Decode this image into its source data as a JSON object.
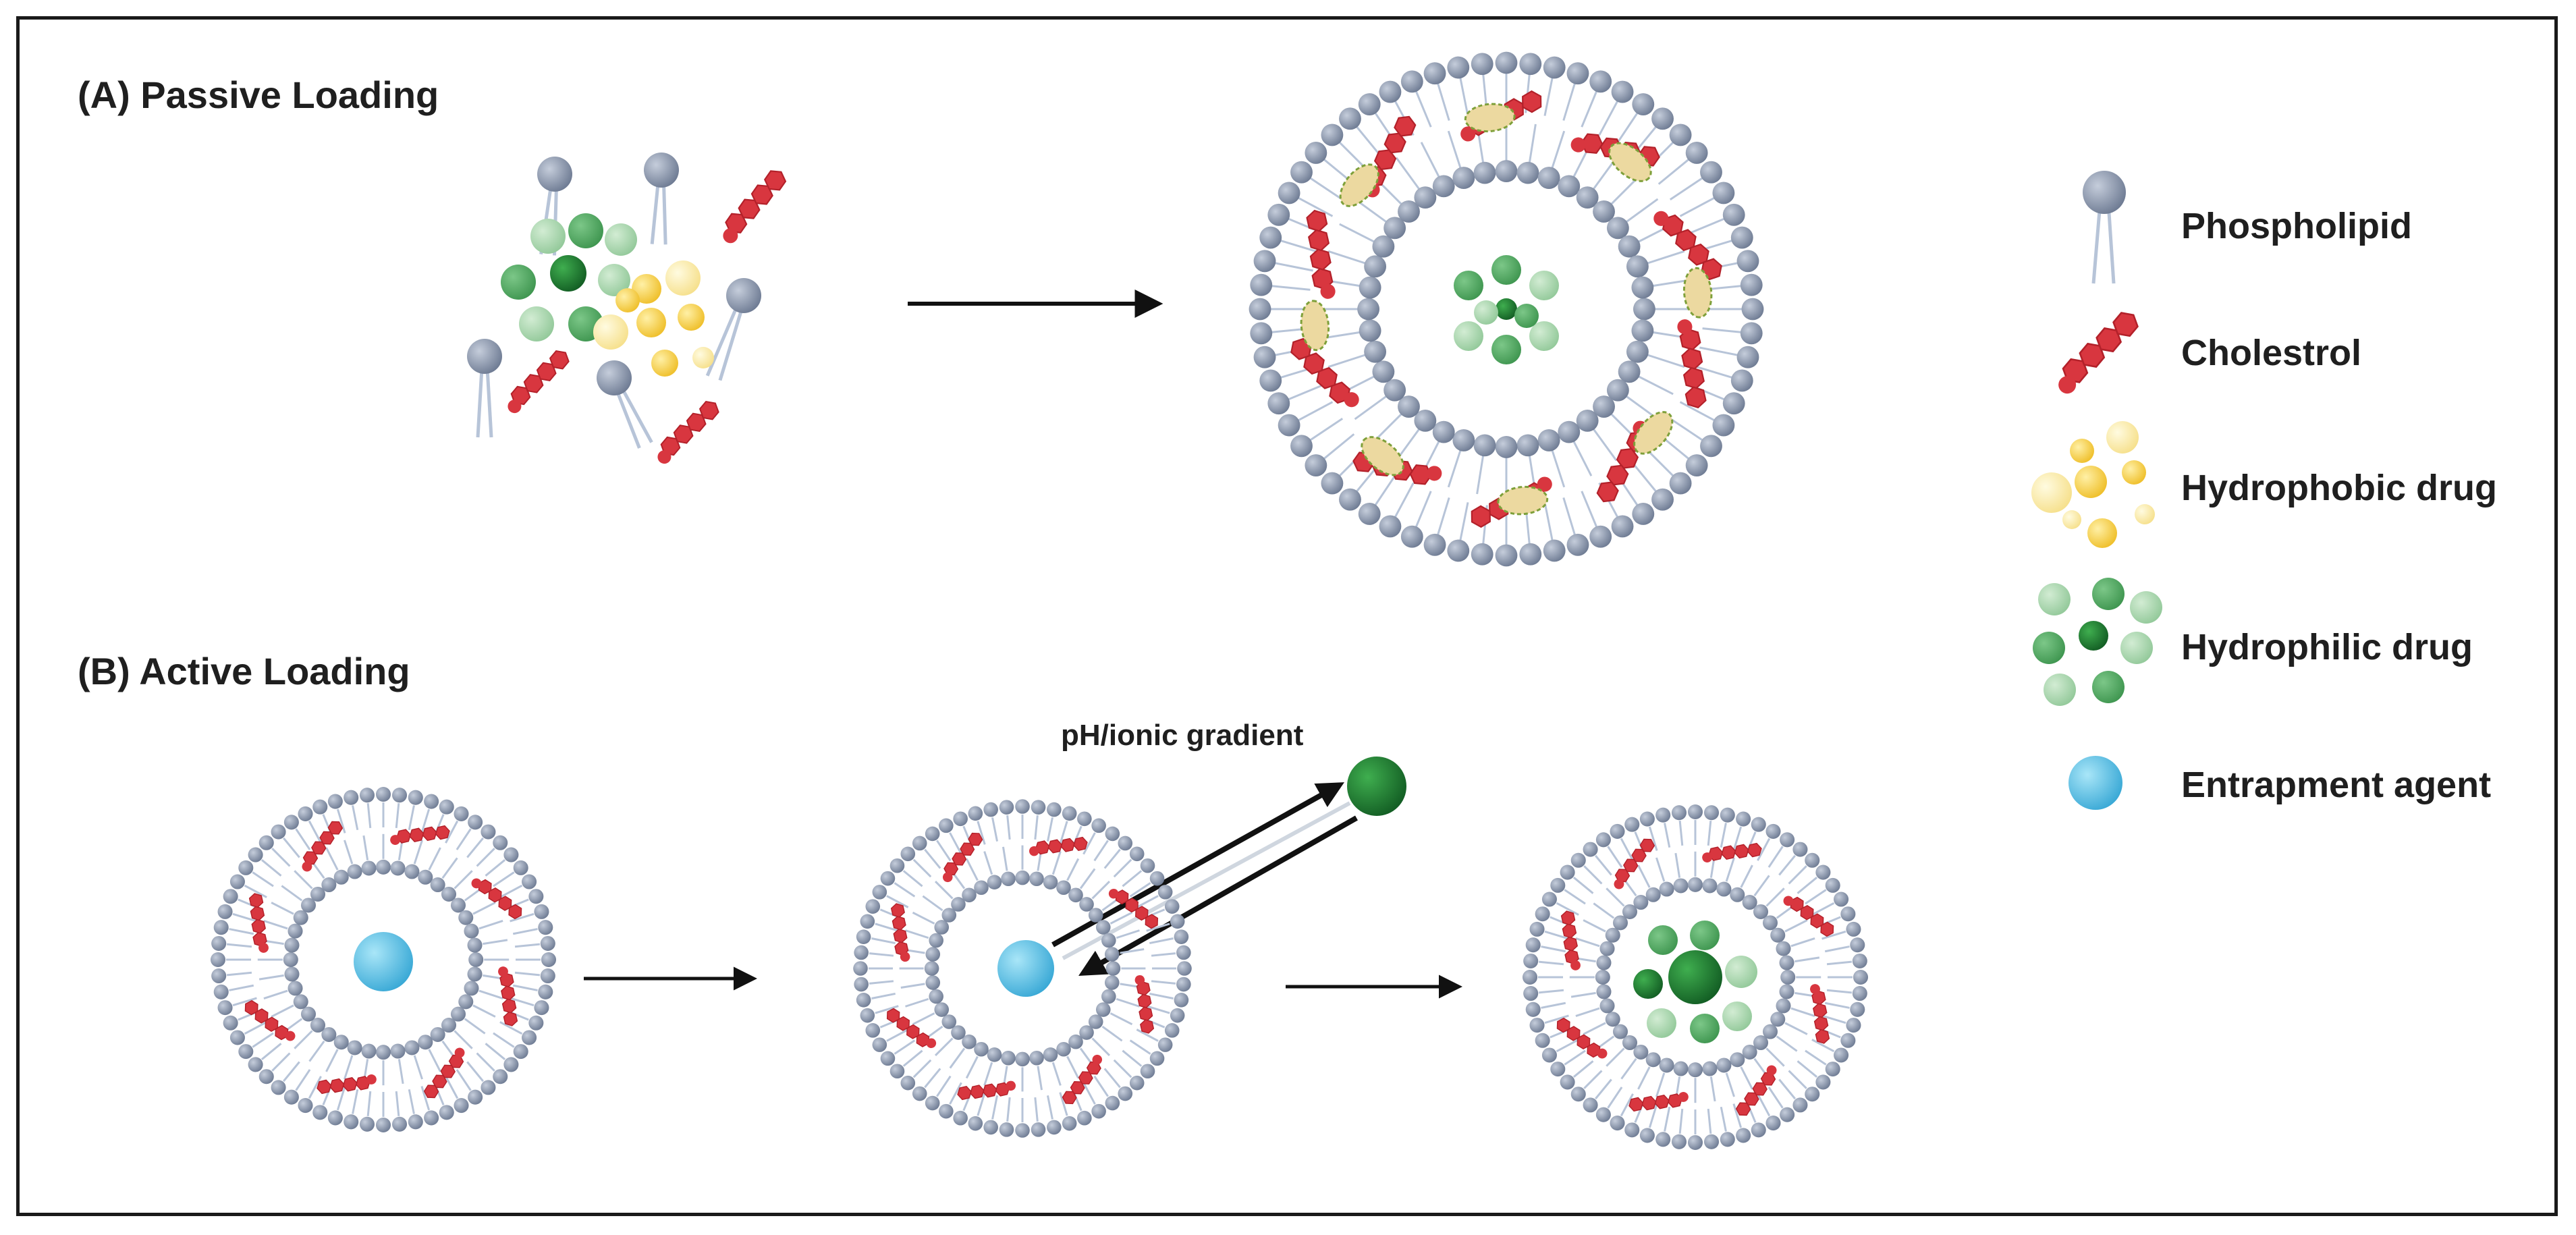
{
  "sections": {
    "passive": {
      "label": "(A) Passive Loading"
    },
    "active": {
      "label": "(B) Active Loading",
      "gradient_label": "pH/ionic gradient"
    }
  },
  "legend": {
    "items": [
      {
        "label": "Phospholipid",
        "icon": "phospholipid-icon"
      },
      {
        "label": "Cholestrol",
        "icon": "cholesterol-icon"
      },
      {
        "label": "Hydrophobic drug",
        "icon": "hydrophobic-drug-icon"
      },
      {
        "label": "Hydrophilic drug",
        "icon": "hydrophilic-drug-icon"
      },
      {
        "label": "Entrapment agent",
        "icon": "entrapment-agent-icon"
      }
    ]
  },
  "colors": {
    "phospholipid_head": "#8e99ad",
    "phospholipid_tail": "#b7c4d8",
    "cholesterol": "#d8363f",
    "hydrophobic": "#f5c83a",
    "hydrophilic": "#2e8b3e",
    "entrapment": "#5ec4e6",
    "arrow": "#111111"
  }
}
